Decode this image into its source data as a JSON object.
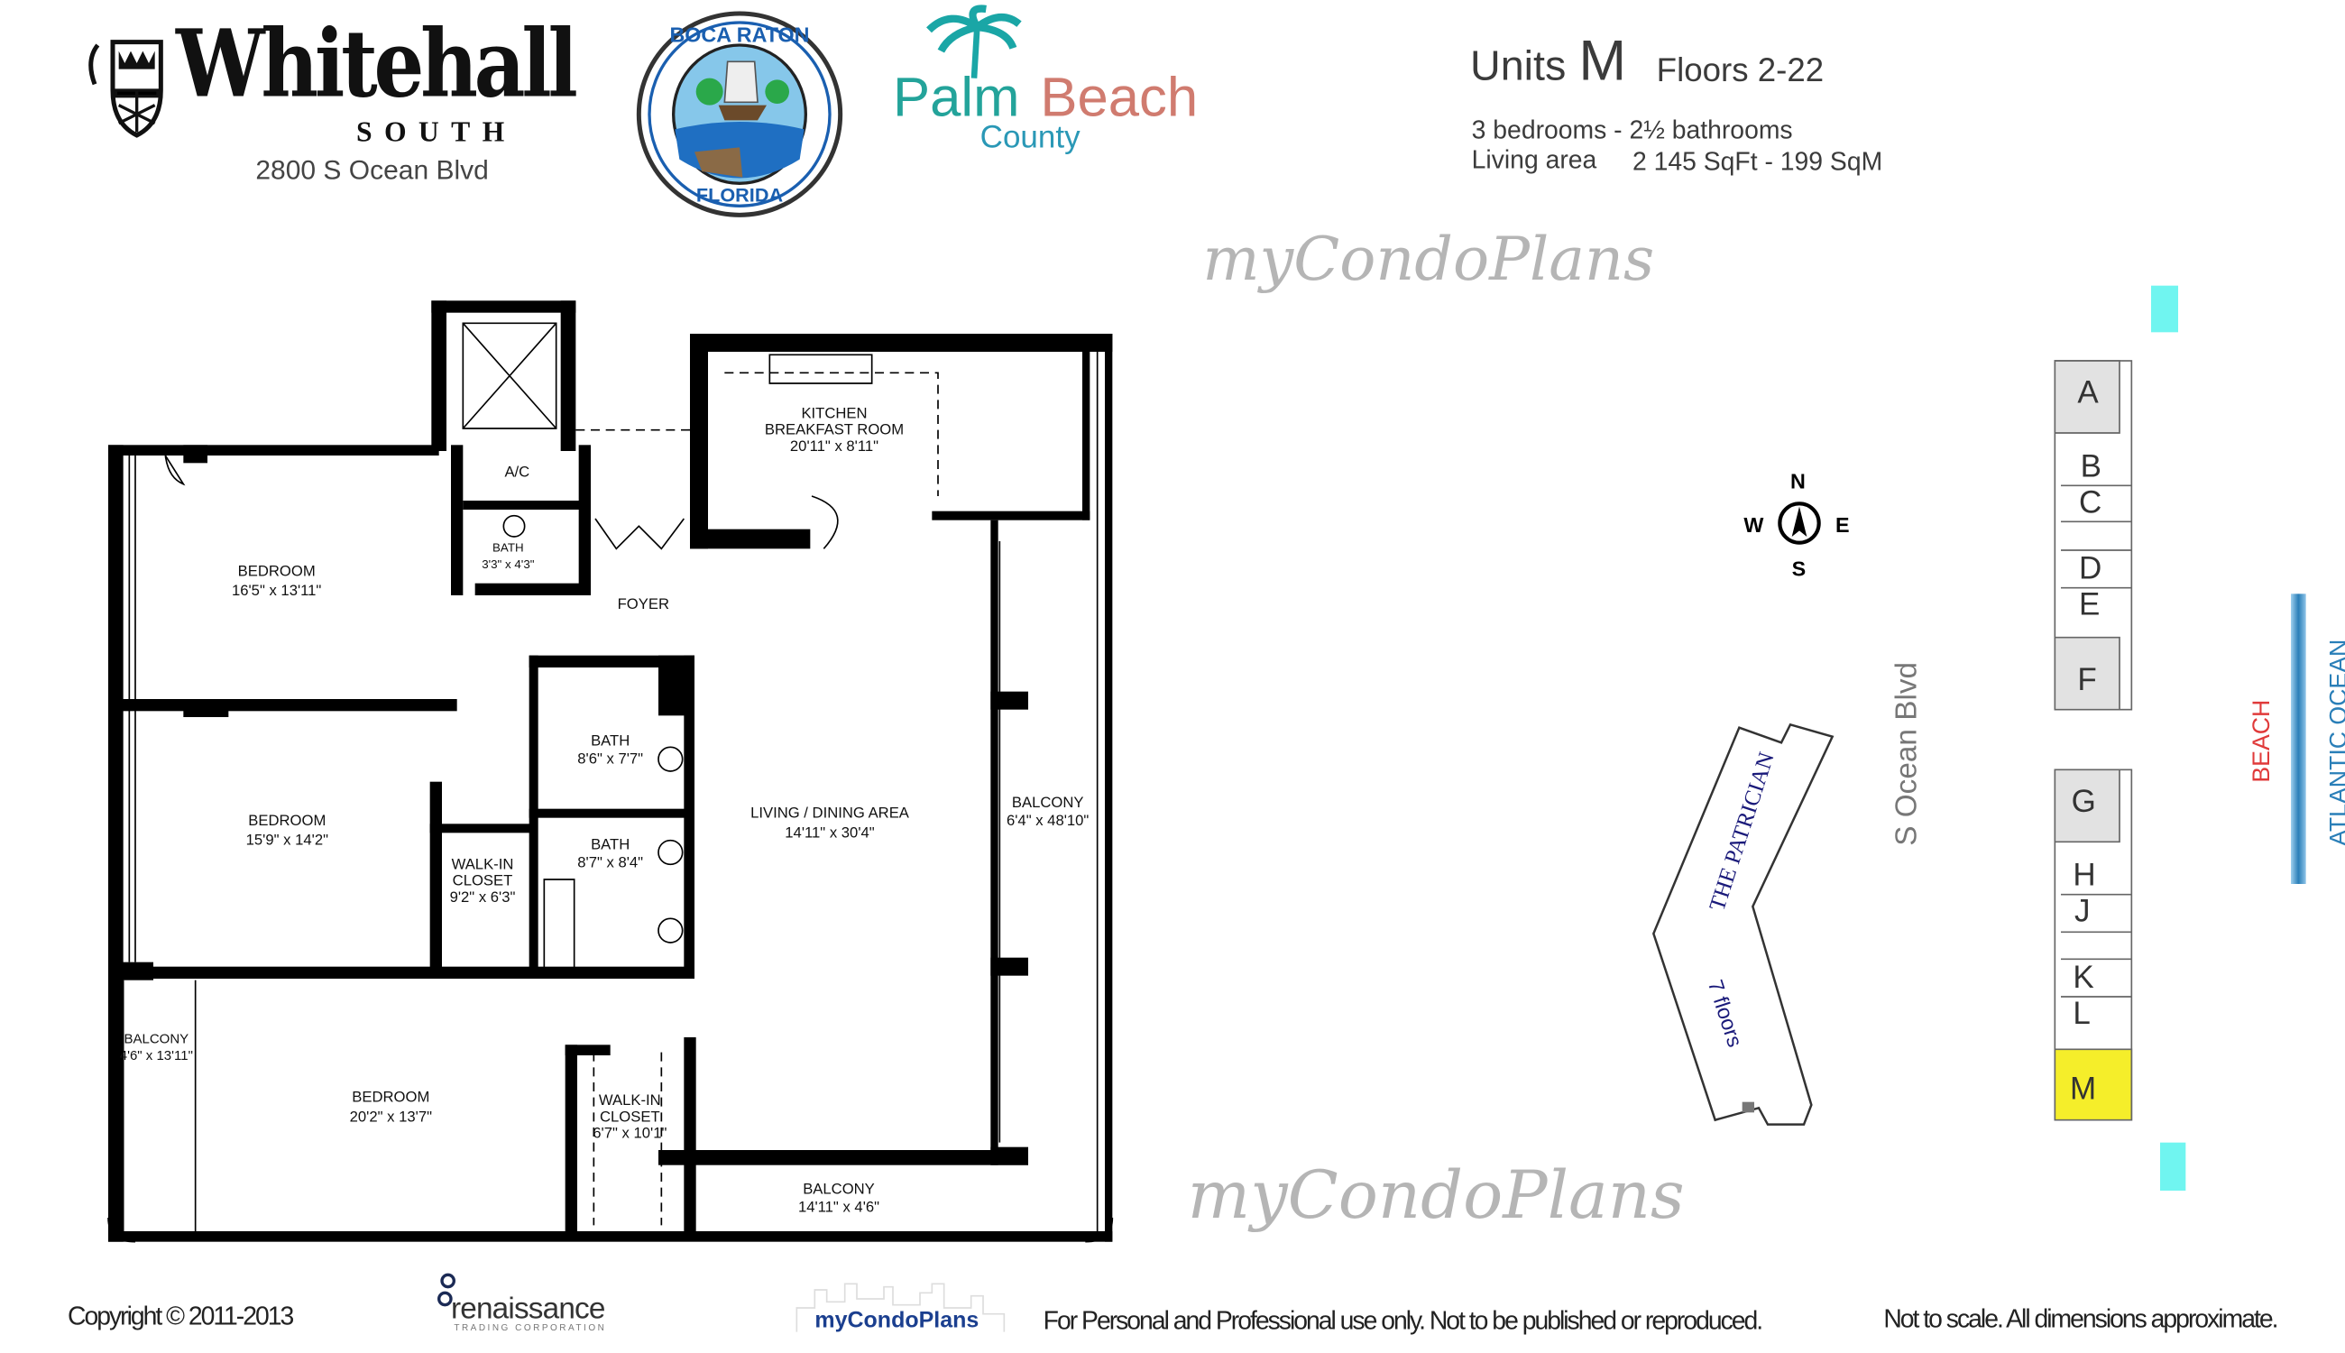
{
  "header": {
    "logo_text": "Whitehall",
    "logo_subtext": "SOUTH",
    "address": "2800 S Ocean Blvd",
    "seal_text_top": "BOCA RATON",
    "seal_text_bottom": "FLORIDA",
    "county_logo_line1_a": "Palm",
    "county_logo_line1_b": "Beach",
    "county_logo_line2": "County"
  },
  "unit_info": {
    "units_label": "Units",
    "unit_letter": "M",
    "floors": "Floors 2-22",
    "rooms": "3 bedrooms - 2½ bathrooms",
    "living_area_label": "Living area",
    "living_area_value": "2 145 SqFt - 199 SqM"
  },
  "floor_plan": {
    "rooms": [
      {
        "name": "KITCHEN",
        "line2": "BREAKFAST ROOM",
        "dims": "20'11\" x 8'11\""
      },
      {
        "name": "A/C"
      },
      {
        "name": "BEDROOM",
        "dims": "16'5\" x 13'11\""
      },
      {
        "name": "BATH",
        "dims": "3'3\" x 4'3\""
      },
      {
        "name": "FOYER"
      },
      {
        "name": "BATH",
        "dims": "8'6\" x 7'7\""
      },
      {
        "name": "BEDROOM",
        "dims": "15'9\" x 14'2\""
      },
      {
        "name": "BATH",
        "dims": "8'7\" x 8'4\""
      },
      {
        "name": "WALK-IN",
        "line2": "CLOSET",
        "dims": "9'2\" x 6'3\""
      },
      {
        "name": "LIVING / DINING AREA",
        "dims": "14'11\" x 30'4\""
      },
      {
        "name": "BALCONY",
        "dims": "6'4\" x 48'10\""
      },
      {
        "name": "BALCONY",
        "dims": "4'6\" x 13'11\""
      },
      {
        "name": "BEDROOM",
        "dims": "20'2\" x 13'7\""
      },
      {
        "name": "WALK-IN",
        "line2": "CLOSET",
        "dims": "6'7\" x 10'1\""
      },
      {
        "name": "BALCONY",
        "dims": "14'11\" x 4'6\""
      }
    ]
  },
  "site_plan": {
    "compass": {
      "n": "N",
      "s": "S",
      "e": "E",
      "w": "W"
    },
    "neighbor_building": "THE PATRICIAN",
    "neighbor_floors": "7 floors",
    "street": "S Ocean Blvd",
    "beach": "BEACH",
    "ocean": "ATLANTIC OCEAN",
    "units_north": [
      "A",
      "B",
      "C",
      "D",
      "E",
      "F"
    ],
    "units_south": [
      "G",
      "H",
      "J",
      "K",
      "L",
      "M"
    ],
    "highlighted_unit": "M",
    "highlight_color": "#f5ee2a",
    "ocean_color": "#2a7fb8",
    "beach_color": "#e03a3a"
  },
  "watermark": "myCondoPlans",
  "footer": {
    "copyright": "Copyright © 2011-2013",
    "renaissance_logo": "renaissance",
    "renaissance_sub": "TRADING CORPORATION",
    "mycondoplans_logo": "myCondoPlans",
    "usage_notice": "For Personal and Professional use only.  Not to be published or reproduced.",
    "scale_notice": "Not to scale.  All dimensions approximate."
  }
}
